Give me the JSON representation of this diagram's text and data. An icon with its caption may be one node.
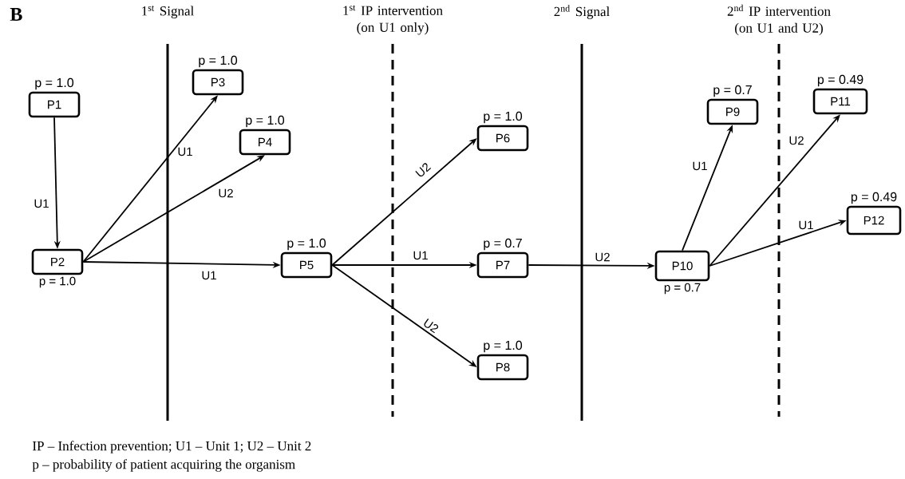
{
  "diagram": {
    "nodes": [
      {
        "text": [
          "P1"
        ],
        "beside": [
          "p = 1.0"
        ]
      },
      {
        "text": [
          "P2"
        ],
        "beside": [
          "p = 1.0"
        ]
      },
      {
        "text": [
          "P3"
        ],
        "beside": [
          "p = 1.0"
        ]
      },
      {
        "text": [
          "P4"
        ],
        "beside": [
          "p = 1.0"
        ]
      },
      {
        "text": [
          "P5"
        ],
        "beside": [
          "p = 1.0"
        ]
      },
      {
        "text": [
          "P6"
        ],
        "beside": [
          "p = 1.0"
        ]
      },
      {
        "text": [
          "P7"
        ],
        "beside": [
          "p = 0.7"
        ]
      },
      {
        "text": [
          "P8"
        ],
        "beside": [
          "p = 1.0"
        ]
      },
      {
        "text": [
          "P9"
        ],
        "beside": [
          "p = 0.7"
        ]
      },
      {
        "text": [
          "P10"
        ],
        "beside": [
          "p = 0.7"
        ]
      },
      {
        "text": [
          "P11"
        ],
        "beside": [
          "p = 0.49"
        ]
      },
      {
        "text": [
          "P12"
        ],
        "beside": [
          "p = 0.49"
        ]
      }
    ],
    "edges": [
      {
        "from": 0,
        "to": 1,
        "arrow": "to",
        "label": "U1"
      },
      {
        "from": 1,
        "to": 2,
        "arrow": "to",
        "label": "U1"
      },
      {
        "from": 1,
        "to": 3,
        "arrow": "to",
        "label": "U2"
      },
      {
        "from": 1,
        "to": 4,
        "arrow": "to",
        "label": "U1"
      },
      {
        "from": 4,
        "to": 5,
        "arrow": "to",
        "label": "U2"
      },
      {
        "from": 4,
        "to": 6,
        "arrow": "to",
        "label": "U1"
      },
      {
        "from": 4,
        "to": 7,
        "arrow": "to",
        "label": "U2"
      },
      {
        "from": 6,
        "to": 9,
        "arrow": "to",
        "label": "U2"
      },
      {
        "from": 9,
        "to": 8,
        "arrow": "to",
        "label": "U1"
      },
      {
        "from": 9,
        "to": 10,
        "arrow": "to",
        "label": "U2"
      },
      {
        "from": 9,
        "to": 11,
        "arrow": "to",
        "label": "U1"
      }
    ],
    "labels": [
      "B",
      "1$^{st}$ Signal",
      "1$^{st}$ IP intervention (on U1 only)",
      "2$^{nd}$ Signal",
      "2$^{nd}$ IP intervention (on U1 and U2)",
      "IP – Infection prevention; U1 – Unit 1; U2 – Unit 2",
      "p – probability of patient acquiring the organism"
    ]
  }
}
